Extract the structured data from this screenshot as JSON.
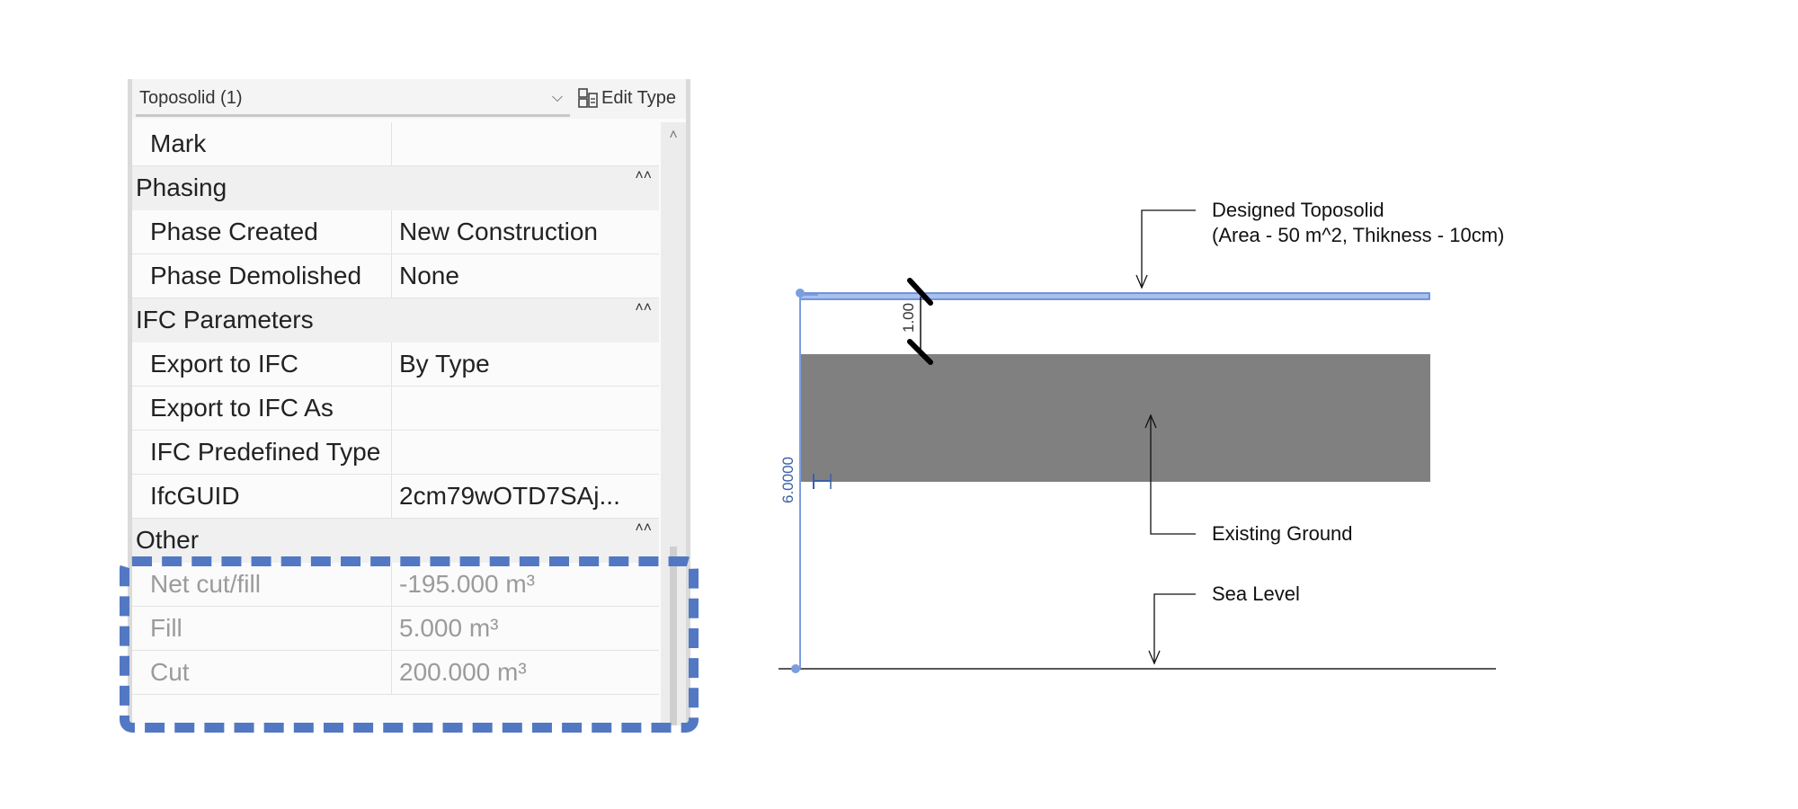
{
  "panel": {
    "type_selector": "Toposolid (1)",
    "edit_type_label": "Edit Type",
    "rows": [
      {
        "kind": "param",
        "key": "Mark",
        "value": ""
      },
      {
        "kind": "group",
        "label": "Phasing"
      },
      {
        "kind": "param",
        "key": "Phase Created",
        "value": "New Construction"
      },
      {
        "kind": "param",
        "key": "Phase Demolished",
        "value": "None"
      },
      {
        "kind": "group",
        "label": "IFC Parameters"
      },
      {
        "kind": "param",
        "key": "Export to IFC",
        "value": "By Type"
      },
      {
        "kind": "param",
        "key": "Export to IFC As",
        "value": ""
      },
      {
        "kind": "param",
        "key": "IFC Predefined Type",
        "value": ""
      },
      {
        "kind": "param",
        "key": "IfcGUID",
        "value": "2cm79wOTD7SAj..."
      },
      {
        "kind": "group",
        "label": "Other"
      },
      {
        "kind": "param",
        "key": "Net cut/fill",
        "value": "-195.000 m³",
        "disabled": true
      },
      {
        "kind": "param",
        "key": "Fill",
        "value": "5.000 m³",
        "disabled": true
      },
      {
        "kind": "param",
        "key": "Cut",
        "value": "200.000 m³",
        "disabled": true
      }
    ],
    "highlight_color": "#5278c3"
  },
  "diagram": {
    "labels": {
      "designed_line1": "Designed Toposolid",
      "designed_line2": "(Area - 50 m^2, Thikness - 10cm)",
      "existing": "Existing Ground",
      "sea": "Sea Level"
    },
    "dimensions": {
      "slab_gap": "1.00",
      "height": "6.0000"
    },
    "colors": {
      "designed": "#7a9ee0",
      "existing_ground": "#808080",
      "dimension": "#3c5fa8"
    }
  }
}
